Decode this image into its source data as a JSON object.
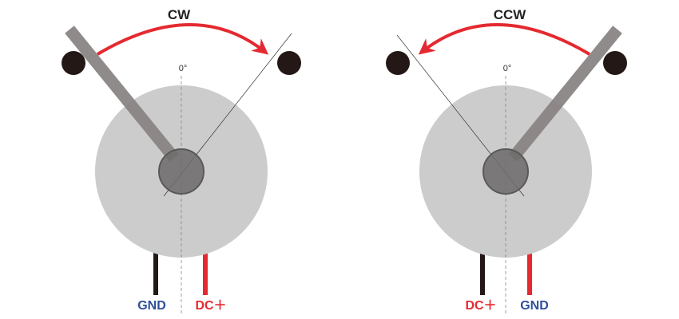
{
  "colors": {
    "arrow": "#e52930",
    "dc_wire": "#e52930",
    "gnd_wire": "#231815",
    "body": "#cccccc",
    "hub": "#6e6c6c",
    "hub_stroke": "#5a5858",
    "arm": "#8a8584",
    "stop": "#231815",
    "gnd_text": "#2f4f9a",
    "dc_text": "#e52930",
    "title_text": "#222222"
  },
  "left": {
    "title": "CW",
    "zero_label": "0°",
    "wire_left_label": "GND",
    "wire_right_label": "DC＋"
  },
  "right": {
    "title": "CCW",
    "zero_label": "0°",
    "wire_left_label": "DC＋",
    "wire_right_label": "GND"
  }
}
